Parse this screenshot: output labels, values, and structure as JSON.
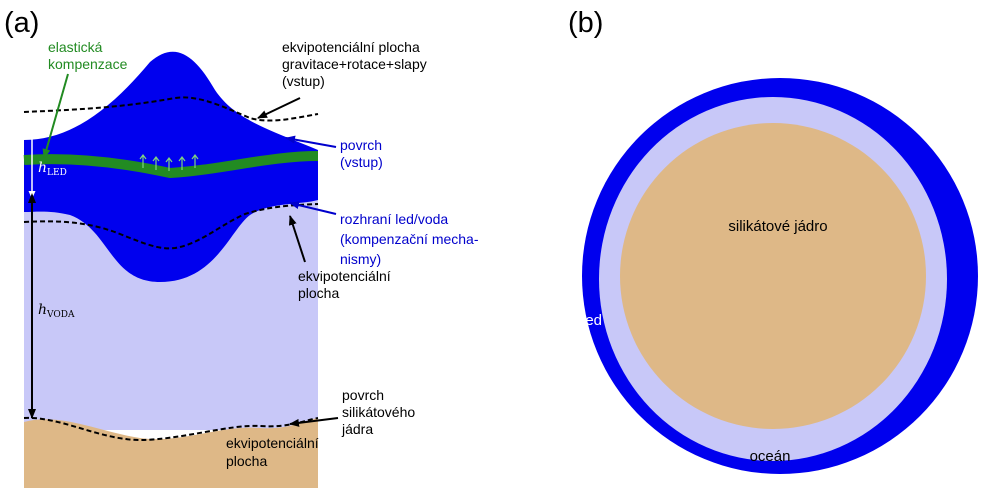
{
  "panel_a": {
    "label": "(a)",
    "elastic": [
      "elastická",
      "kompenzace"
    ],
    "equipotential_top": [
      "ekvipotenciální plocha",
      "gravitace+rotace+slapy",
      "(vstup)"
    ],
    "surface": [
      "povrch",
      "(vstup)"
    ],
    "interface": [
      "rozhraní led/voda",
      "(kompenzační mecha-",
      "nismy)"
    ],
    "equipotential_mid": [
      "ekvipotenciální",
      "plocha"
    ],
    "h_led": {
      "symbol": "h",
      "subscript": "LED"
    },
    "h_voda": {
      "symbol": "h",
      "subscript": "VODA"
    },
    "core_surface": [
      "povrch",
      "silikátového",
      "jádra"
    ],
    "equipotential_bottom": [
      "ekvipotenciální",
      "plocha"
    ]
  },
  "panel_b": {
    "label": "(b)",
    "core": "silikátové jádro",
    "ice": "led",
    "ocean": "oceán"
  },
  "colors": {
    "ice": "#0000ee",
    "ocean": "#c8c8f8",
    "core": "#deb887",
    "elastic": "#228b22",
    "annotation": "#0000cc"
  }
}
